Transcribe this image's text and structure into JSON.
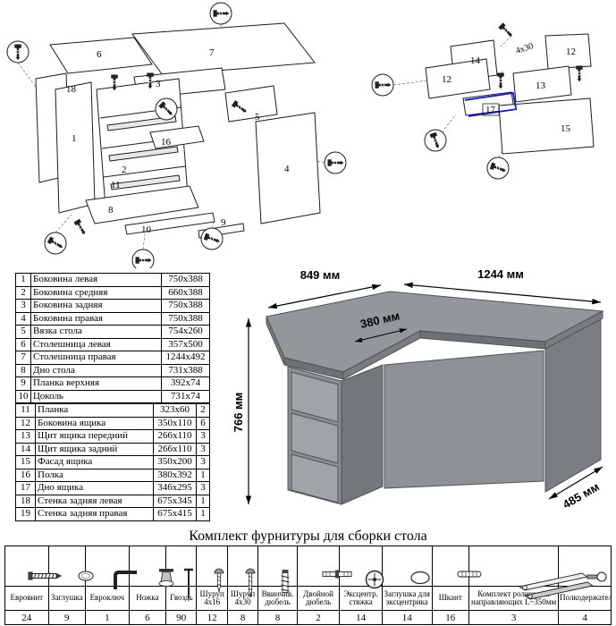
{
  "title": "Комплект фурнитуры для сборки стола",
  "parts_upper": [
    {
      "num": "1",
      "name": "Боковина левая",
      "size": "750x388"
    },
    {
      "num": "2",
      "name": "Боковина средняя",
      "size": "660x388"
    },
    {
      "num": "3",
      "name": "Боковина задняя",
      "size": "750x388"
    },
    {
      "num": "4",
      "name": "Боковина правая",
      "size": "750x388"
    },
    {
      "num": "5",
      "name": "Вязка стола",
      "size": "754x260"
    },
    {
      "num": "6",
      "name": "Столешница левая",
      "size": "357x500"
    },
    {
      "num": "7",
      "name": "Столешница правая",
      "size": "1244x492"
    },
    {
      "num": "8",
      "name": "Дно стола",
      "size": "731x388"
    },
    {
      "num": "9",
      "name": "Планка верхняя",
      "size": "392x74"
    },
    {
      "num": "10",
      "name": "Цоколь",
      "size": "731x74"
    }
  ],
  "parts_lower": [
    {
      "num": "11",
      "name": "Планка",
      "size": "323x60",
      "qty": "2"
    },
    {
      "num": "12",
      "name": "Боковина ящика",
      "size": "350x110",
      "qty": "6"
    },
    {
      "num": "13",
      "name": "Щит ящика передний",
      "size": "266x110",
      "qty": "3"
    },
    {
      "num": "14",
      "name": "Щит ящика задний",
      "size": "266x110",
      "qty": "3"
    },
    {
      "num": "15",
      "name": "Фасад ящика",
      "size": "350x200",
      "qty": "3"
    },
    {
      "num": "16",
      "name": "Полка",
      "size": "380x392",
      "qty": "1"
    },
    {
      "num": "17",
      "name": "Дно ящика",
      "size": "346x295",
      "qty": "3"
    },
    {
      "num": "18",
      "name": "Стенка задняя левая",
      "size": "675x345",
      "qty": "1"
    },
    {
      "num": "19",
      "name": "Стенка задняя правая",
      "size": "675x415",
      "qty": "1"
    }
  ],
  "desk": {
    "dim_depth_left": "849 мм",
    "dim_width_right": "1244 мм",
    "dim_height": "766 мм",
    "dim_inner": "380 мм",
    "dim_side_bottom": "485 мм"
  },
  "diagram_left": {
    "p1": "1",
    "p2": "2",
    "p3": "3",
    "p4": "4",
    "p5": "5",
    "p6": "6",
    "p7": "7",
    "p8": "8",
    "p9": "9",
    "p10": "10",
    "p11": "11",
    "p16": "16",
    "p18": "18"
  },
  "diagram_right": {
    "p12a": "12",
    "p12b": "12",
    "p13": "13",
    "p14": "14",
    "p15": "15",
    "p17": "17",
    "screw_size": "4x30"
  },
  "hardware": {
    "items": [
      {
        "label": "Евровинт",
        "qty": "24"
      },
      {
        "label": "Заглушка",
        "qty": "9"
      },
      {
        "label": "Евроключ",
        "qty": "1"
      },
      {
        "label": "Ножка",
        "qty": "6"
      },
      {
        "label": "Гвоздь",
        "qty": "90"
      },
      {
        "label": "Шуруп 4x16",
        "qty": "12"
      },
      {
        "label": "Шуруп 4x30",
        "qty": "8"
      },
      {
        "label": "Ввинчив. дюбель",
        "qty": "8"
      },
      {
        "label": "Двойной дюбель",
        "qty": "2"
      },
      {
        "label": "Эксцентр. стяжка",
        "qty": "14"
      },
      {
        "label": "Заглушка для эксцентрика",
        "qty": "14"
      },
      {
        "label": "Шкант",
        "qty": "16"
      },
      {
        "label": "Комплект роликовых направляющих L~350мм",
        "qty": "3"
      },
      {
        "label": "Полкодержатель",
        "qty": "4"
      }
    ]
  }
}
